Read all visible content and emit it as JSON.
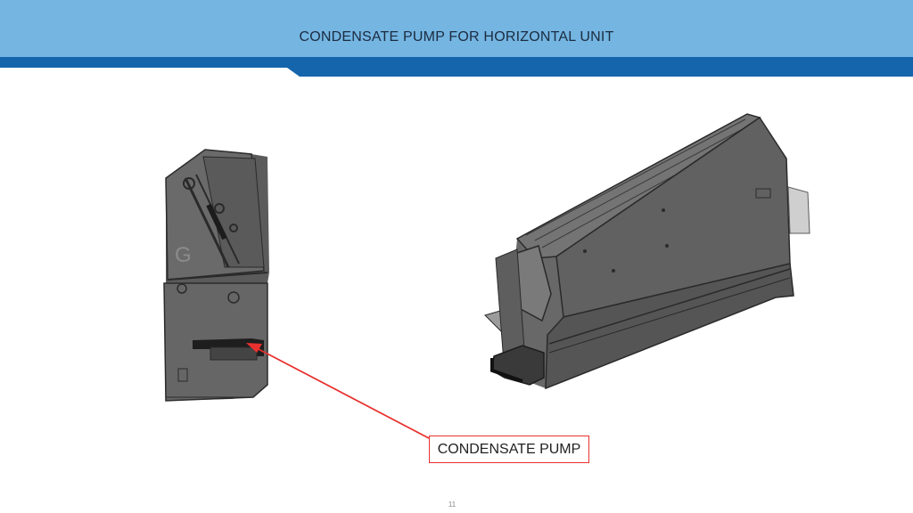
{
  "header": {
    "title": "CONDENSATE PUMP FOR HORIZONTAL UNIT"
  },
  "callout": {
    "label": "CONDENSATE PUMP"
  },
  "footer": {
    "page_number": "11"
  },
  "colors": {
    "header_light": "#74b5e2",
    "header_dark": "#1565ad",
    "callout_red": "#e8312f",
    "unit_gray": "#636363"
  },
  "images": {
    "side_view": "side-view-cad-render",
    "iso_view": "isometric-unit-cad-render"
  }
}
